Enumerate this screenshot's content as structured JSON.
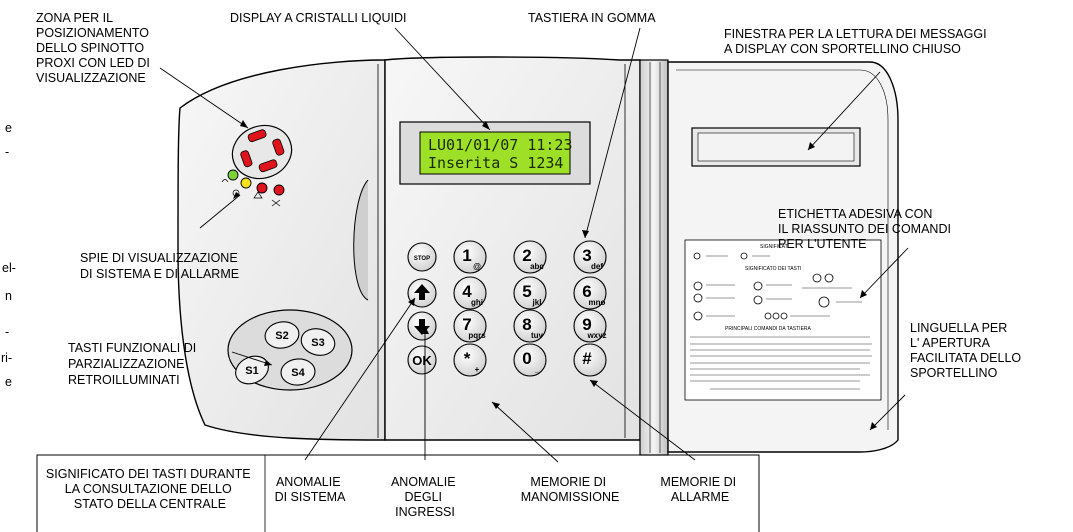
{
  "labels": {
    "zona_lines": [
      "ZONA PER IL",
      "POSIZIONAMENTO",
      "DELLO SPINOTTO",
      "PROXI CON LED DI",
      "VISUALIZZAZIONE"
    ],
    "display": "DISPLAY A CRISTALLI LIQUIDI",
    "tastiera": "TASTIERA IN GOMMA",
    "finestra_lines": [
      "FINESTRA PER LA LETTURA DEI MESSAGGI",
      "A DISPLAY CON SPORTELLINO CHIUSO"
    ],
    "etichetta_lines": [
      "ETICHETTA ADESIVA CON",
      "IL RIASSUNTO DEI COMANDI",
      "PER L'UTENTE"
    ],
    "spie_lines": [
      "SPIE DI VISUALIZZAZIONE",
      "DI SISTEMA E DI ALLARME"
    ],
    "tasti_lines": [
      "TASTI FUNZIONALI  DI",
      "PARZIALIZZAZIONE",
      "RETROILLUMINATI"
    ],
    "linguella_lines": [
      "LINGUELLA PER",
      "L' APERTURA",
      "FACILITATA DELLO",
      "SPORTELLINO"
    ],
    "significato_lines": [
      "SIGNIFICATO DEI TASTI DURANTE",
      "LA CONSULTAZIONE DELLO",
      "STATO DELLA CENTRALE"
    ],
    "anomalie_sistema_lines": [
      "ANOMALIE",
      "DI SISTEMA"
    ],
    "anomalie_ingressi_lines": [
      "ANOMALIE",
      "DEGLI",
      "INGRESSI"
    ],
    "memorie_manomissione_lines": [
      "MEMORIE DI",
      "MANOMISSIONE"
    ],
    "memorie_allarme_lines": [
      "MEMORIE DI",
      "ALLARME"
    ],
    "left_fragments": [
      "e",
      "-",
      "el-",
      "n",
      "-",
      "ri-",
      "e"
    ]
  },
  "lcd": {
    "line1": "LU01/01/07  11:23",
    "line2": "Inserita    S 1234",
    "color": "#9ee028"
  },
  "keypad": {
    "stop": "STOP",
    "ok": "OK",
    "digits": [
      {
        "d": "1",
        "s": "@"
      },
      {
        "d": "2",
        "s": "abc"
      },
      {
        "d": "3",
        "s": "def"
      },
      {
        "d": "4",
        "s": "ghi"
      },
      {
        "d": "5",
        "s": "jkl"
      },
      {
        "d": "6",
        "s": "mno"
      },
      {
        "d": "7",
        "s": "pqrs"
      },
      {
        "d": "8",
        "s": "tuv"
      },
      {
        "d": "9",
        "s": "wxyz"
      },
      {
        "d": "*",
        "s": "+"
      },
      {
        "d": "0",
        "s": "_"
      },
      {
        "d": "#",
        "s": ""
      }
    ]
  },
  "function_keys": [
    "S1",
    "S2",
    "S3",
    "S4"
  ],
  "leds": [
    "#7dd23a",
    "#f5e21c",
    "#e0141c",
    "#e0141c"
  ],
  "led_led_accent": "#e0141c",
  "sticker": {
    "title": "SIGNIFICAT",
    "sub": "SIGNIFICATO DEI TASTI",
    "main": "PRINCIPALI COMANDI DA TASTIERA"
  }
}
